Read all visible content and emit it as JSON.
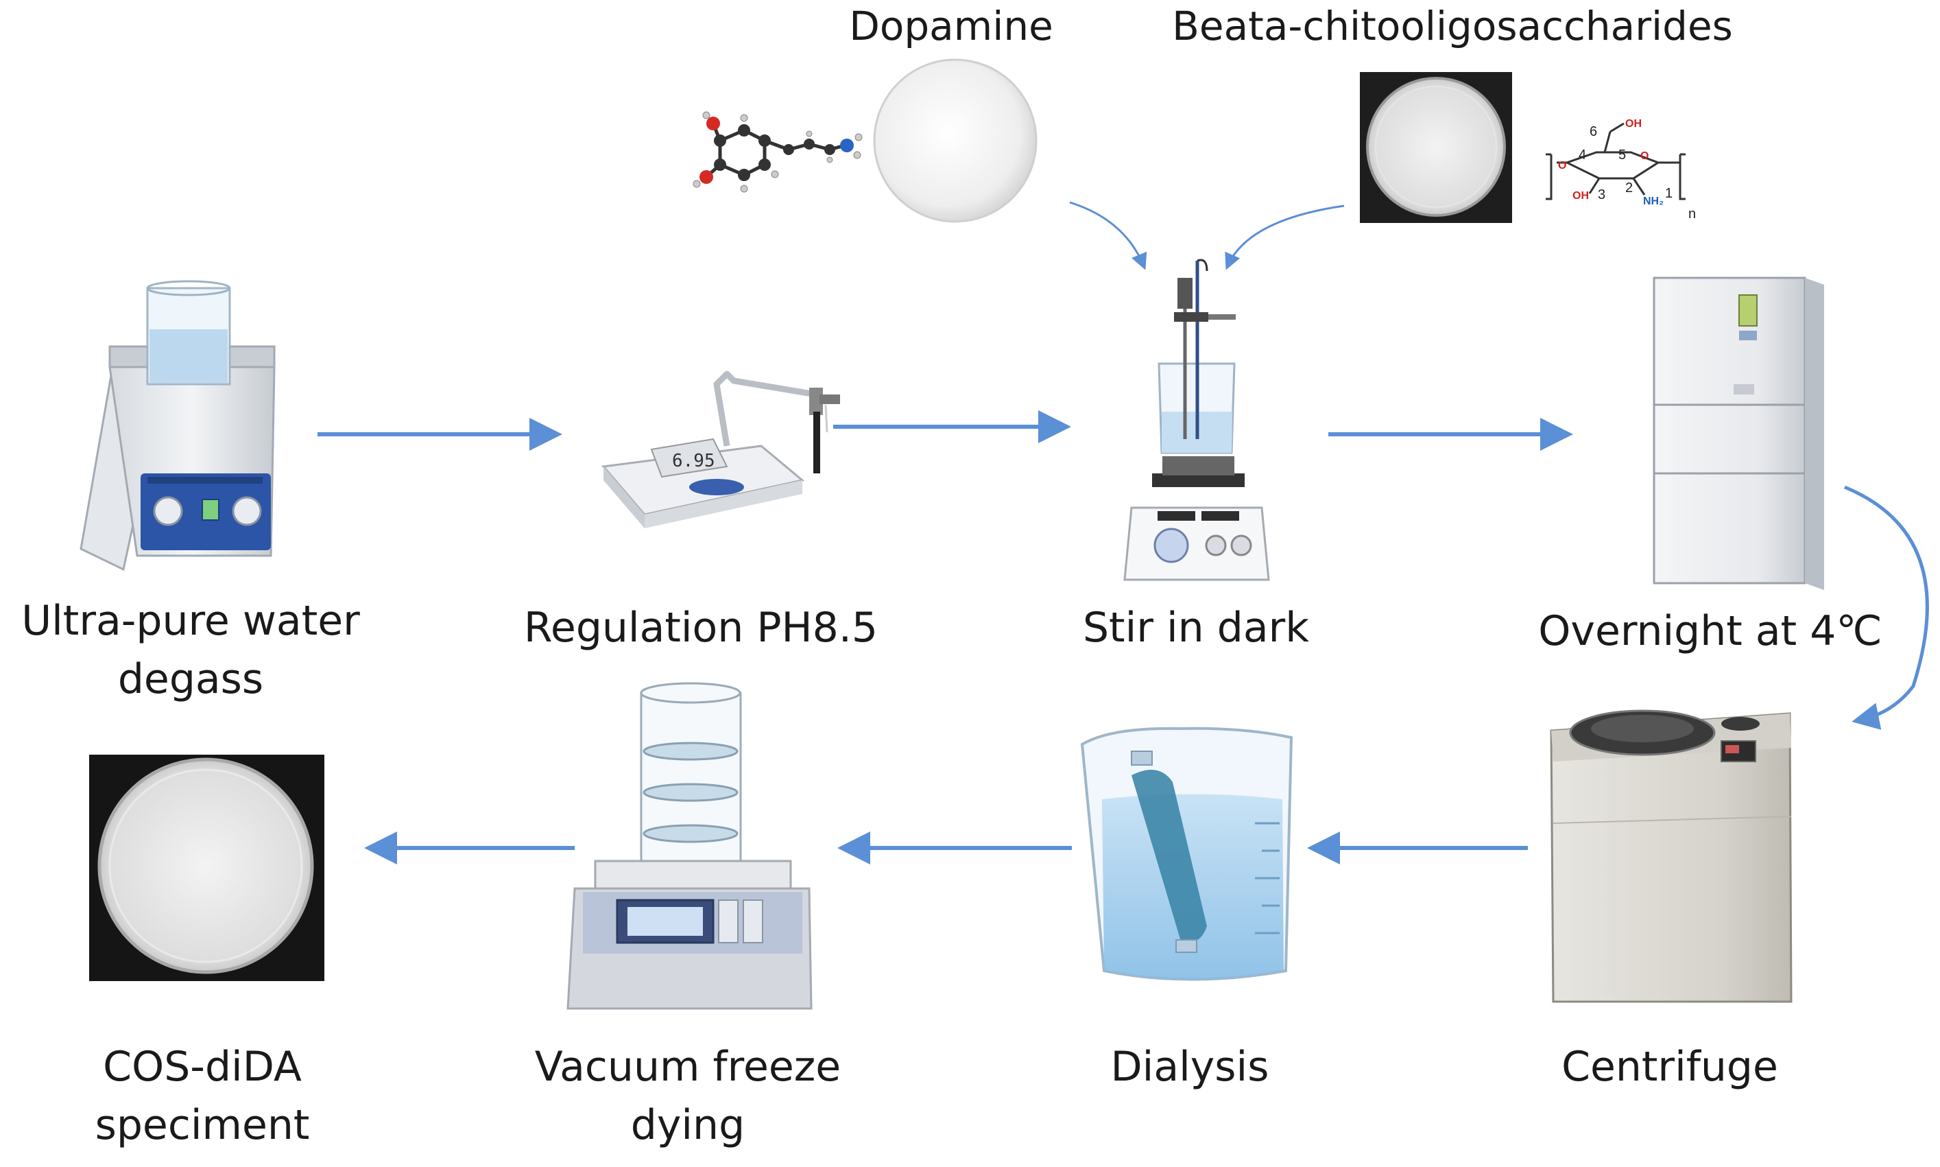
{
  "inputs": {
    "dopamine": "Dopamine",
    "cos": "Beata-chitooligosaccharides"
  },
  "structure": {
    "c1": "1",
    "c2": "2",
    "c3": "3",
    "c4": "4",
    "c5": "5",
    "c6": "6",
    "oh_top": "OH",
    "oh_left": "OH",
    "nh2": "NH₂",
    "ring_o": "O",
    "link_o": "O",
    "n": "n"
  },
  "ph_meter": {
    "display": "6.95"
  },
  "steps": {
    "water": [
      "Ultra-pure water",
      "degass"
    ],
    "ph": "Regulation PH8.5",
    "stir": "Stir in dark",
    "overnight": "Overnight at 4℃",
    "centrifuge": "Centrifuge",
    "dialysis": "Dialysis",
    "freeze": [
      "Vacuum freeze",
      "dying"
    ],
    "specimen": [
      "COS-diDA",
      "speciment"
    ]
  },
  "colors": {
    "arrow": "#5b8fd6",
    "panel_blue": "#2c55a8",
    "water": "#a9cdea"
  }
}
